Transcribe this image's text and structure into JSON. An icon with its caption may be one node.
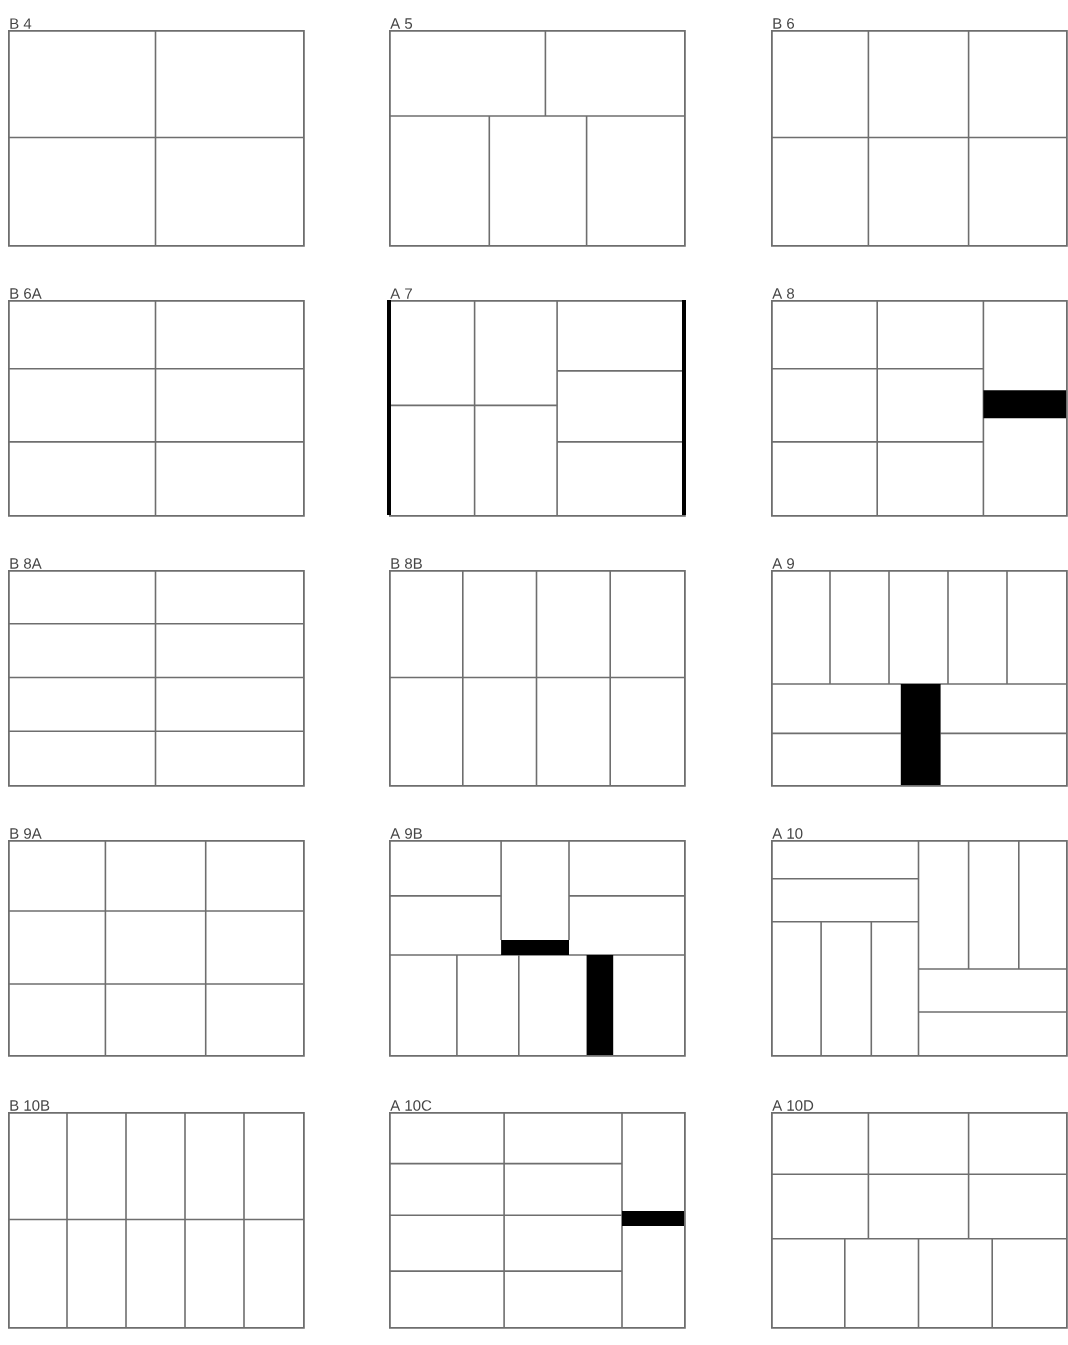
{
  "diagram": {
    "nodes": [
      {
        "text": [
          "B 4"
        ]
      },
      {
        "text": [
          "A 5"
        ]
      },
      {
        "text": [
          "B 6"
        ]
      },
      {
        "text": [
          "B 6A"
        ]
      },
      {
        "text": [
          "A 7"
        ]
      },
      {
        "text": [
          "A 8"
        ]
      },
      {
        "text": [
          "B 8A"
        ]
      },
      {
        "text": [
          "B 8B"
        ]
      },
      {
        "text": [
          "A 9"
        ]
      },
      {
        "text": [
          "B 9A"
        ]
      },
      {
        "text": [
          "A 9B"
        ]
      },
      {
        "text": [
          "A 10"
        ]
      },
      {
        "text": [
          "B 10B"
        ]
      },
      {
        "text": [
          "A 10C"
        ]
      },
      {
        "text": [
          "A 10D"
        ]
      }
    ]
  }
}
